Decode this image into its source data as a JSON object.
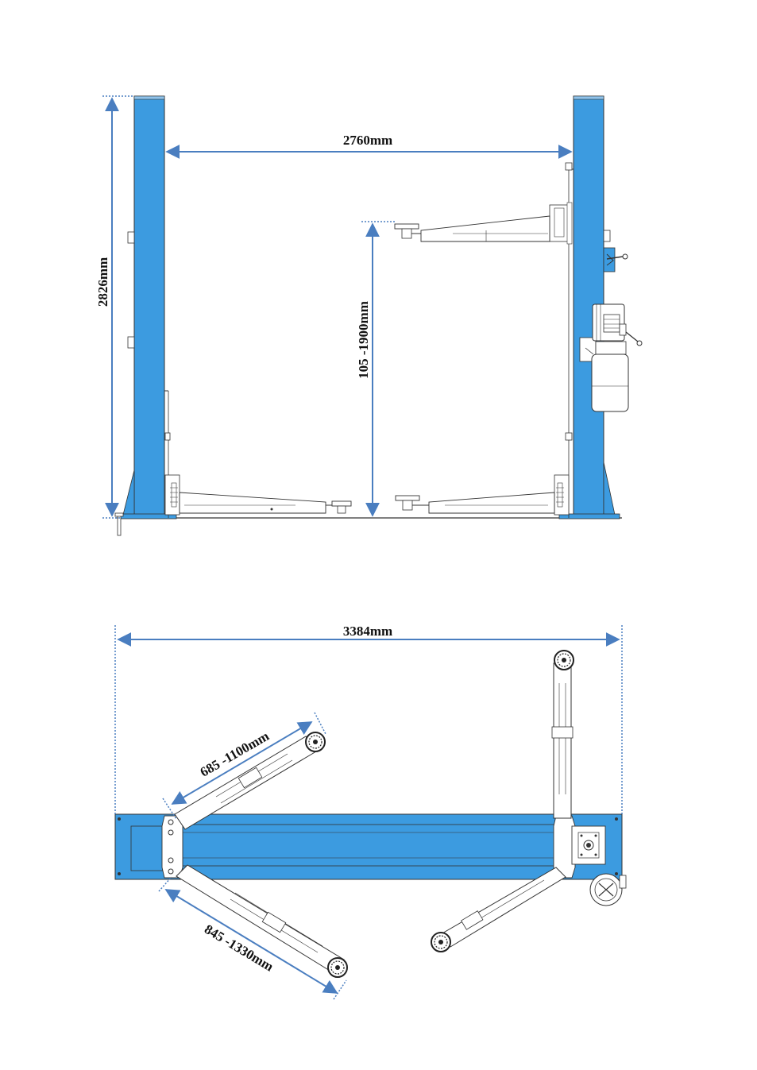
{
  "front_view": {
    "width_between_columns": "2760mm",
    "total_height": "2826mm",
    "lift_height_range": "105 -1900mm"
  },
  "top_view": {
    "overall_width": "3384mm",
    "short_arm_range": "685 -1100mm",
    "long_arm_range": "845 -1330mm"
  },
  "colors": {
    "column_blue": "#3c9be0",
    "dimension_line": "#4a7ec0",
    "outline": "#333333"
  }
}
